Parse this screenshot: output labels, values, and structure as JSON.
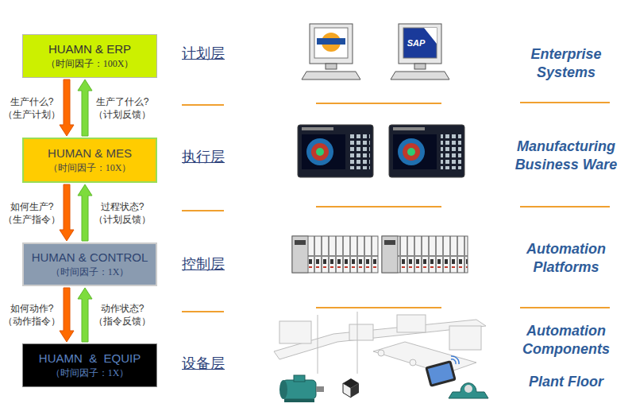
{
  "diagram": {
    "nodes": [
      {
        "text": [
          "HUAMN & ERP",
          "（时间因子：100X）"
        ]
      },
      {
        "text": [
          "HUMAN & MES",
          "（时间因子：10X）"
        ]
      },
      {
        "text": [
          "HUMAN & CONTROL",
          "（时间因子：1X）"
        ]
      },
      {
        "text": [
          "HUAMN  &  EQUIP",
          "（时间因子：1X）"
        ]
      }
    ],
    "edges": [
      {
        "from": 0,
        "to": 1,
        "arrow": "to",
        "label": "生产什么? （生产计划）"
      },
      {
        "from": 1,
        "to": 0,
        "arrow": "to",
        "label": "生产了什么? （计划反馈）"
      },
      {
        "from": 1,
        "to": 2,
        "arrow": "to",
        "label": "如何生产? （生产指令）"
      },
      {
        "from": 2,
        "to": 1,
        "arrow": "to",
        "label": "过程状态? （计划反馈）"
      },
      {
        "from": 2,
        "to": 3,
        "arrow": "to",
        "label": "如何动作? （动作指令）"
      },
      {
        "from": 3,
        "to": 2,
        "arrow": "to",
        "label": "动作状态? （指令反馈）"
      }
    ],
    "labels": [
      "计划层",
      "执行层",
      "控制层",
      "设备层",
      "SAP",
      "Enterprise Systems",
      "Manufacturing Business Ware",
      "Automation Platforms",
      "Automation Components",
      "Plant Floor"
    ]
  }
}
